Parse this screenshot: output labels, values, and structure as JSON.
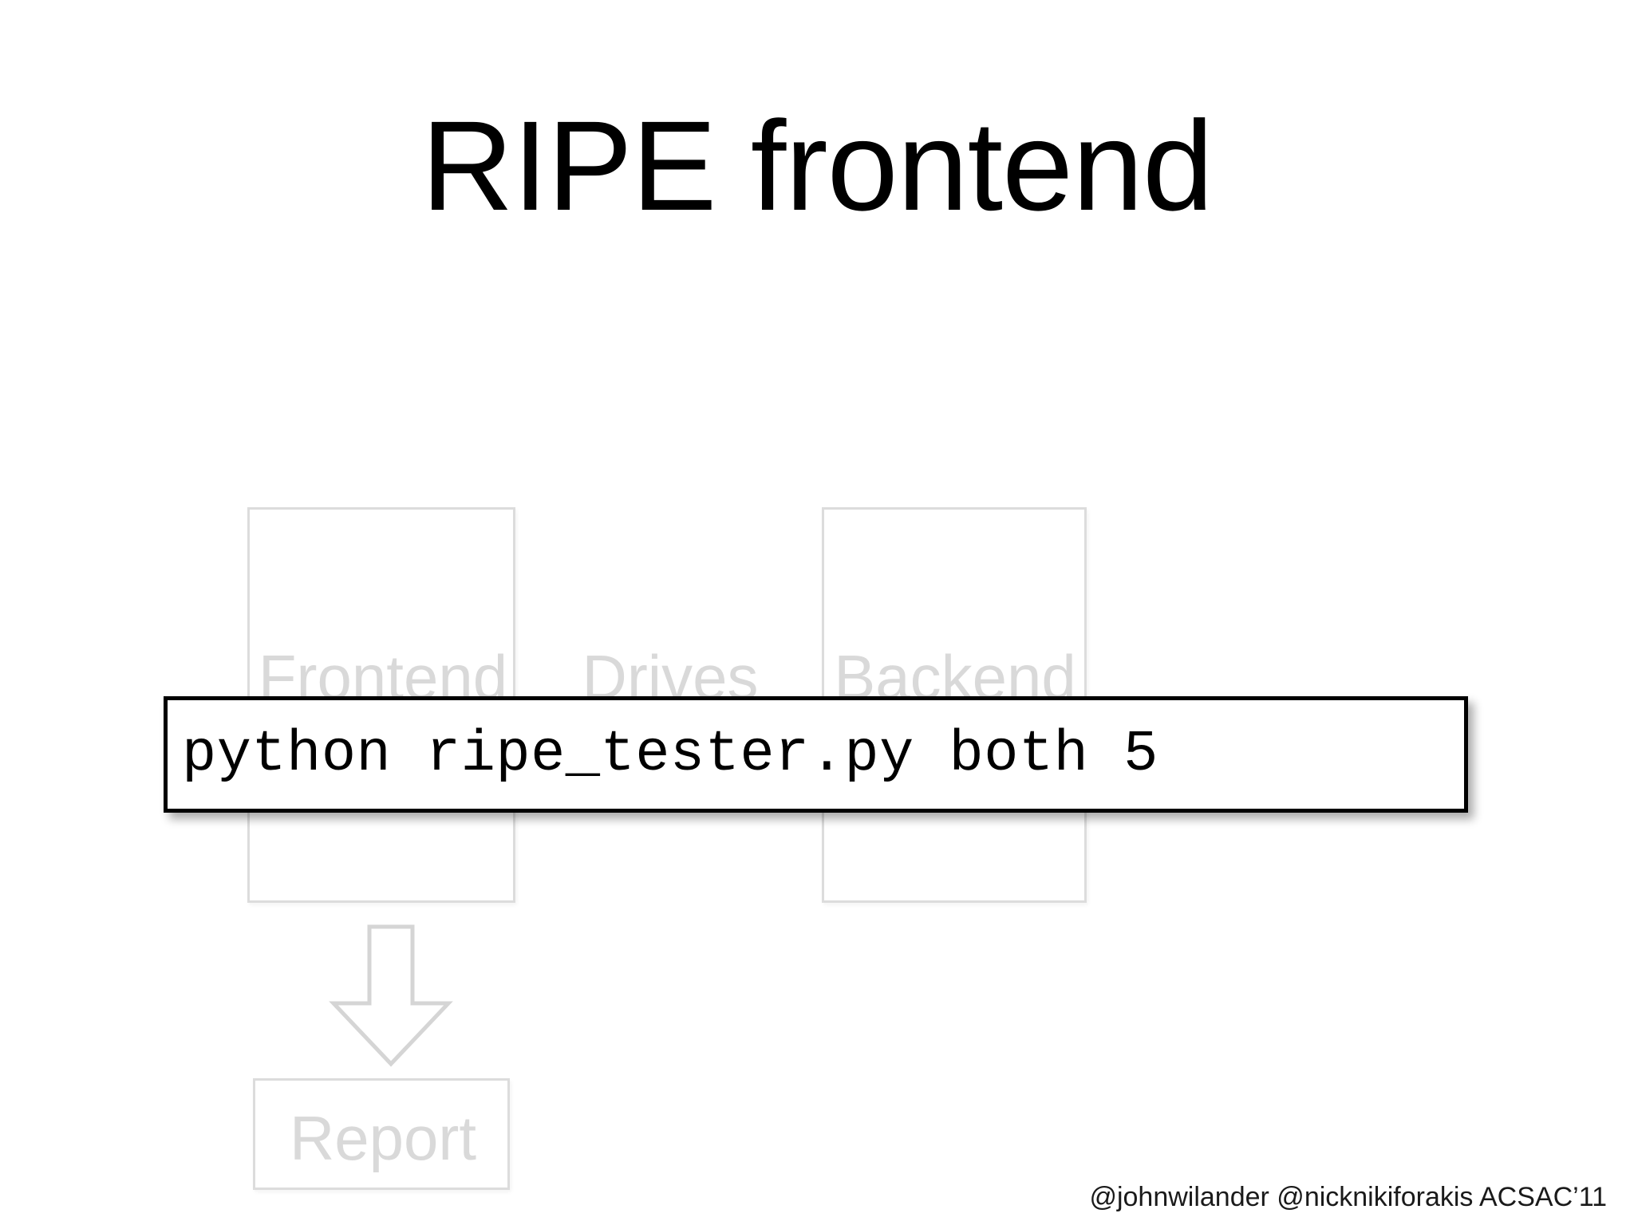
{
  "slide": {
    "title": "RIPE frontend",
    "background_color": "#ffffff",
    "title_color": "#000000"
  },
  "diagram": {
    "faded_color": "#d9d9d9",
    "boxes": [
      {
        "id": "frontend",
        "label": "Frontend"
      },
      {
        "id": "backend",
        "label": "Backend"
      },
      {
        "id": "report",
        "label": "Report"
      }
    ],
    "connector_label": "Drives",
    "arrow": {
      "name": "down-arrow-icon",
      "direction": "down",
      "from": "Frontend",
      "to": "Report"
    }
  },
  "code_callout": {
    "command": "python ripe_tester.py both 5",
    "border_color": "#000000",
    "background_color": "#ffffff"
  },
  "footer": {
    "credit": "@johnwilander @nicknikiforakis ACSAC’11"
  }
}
